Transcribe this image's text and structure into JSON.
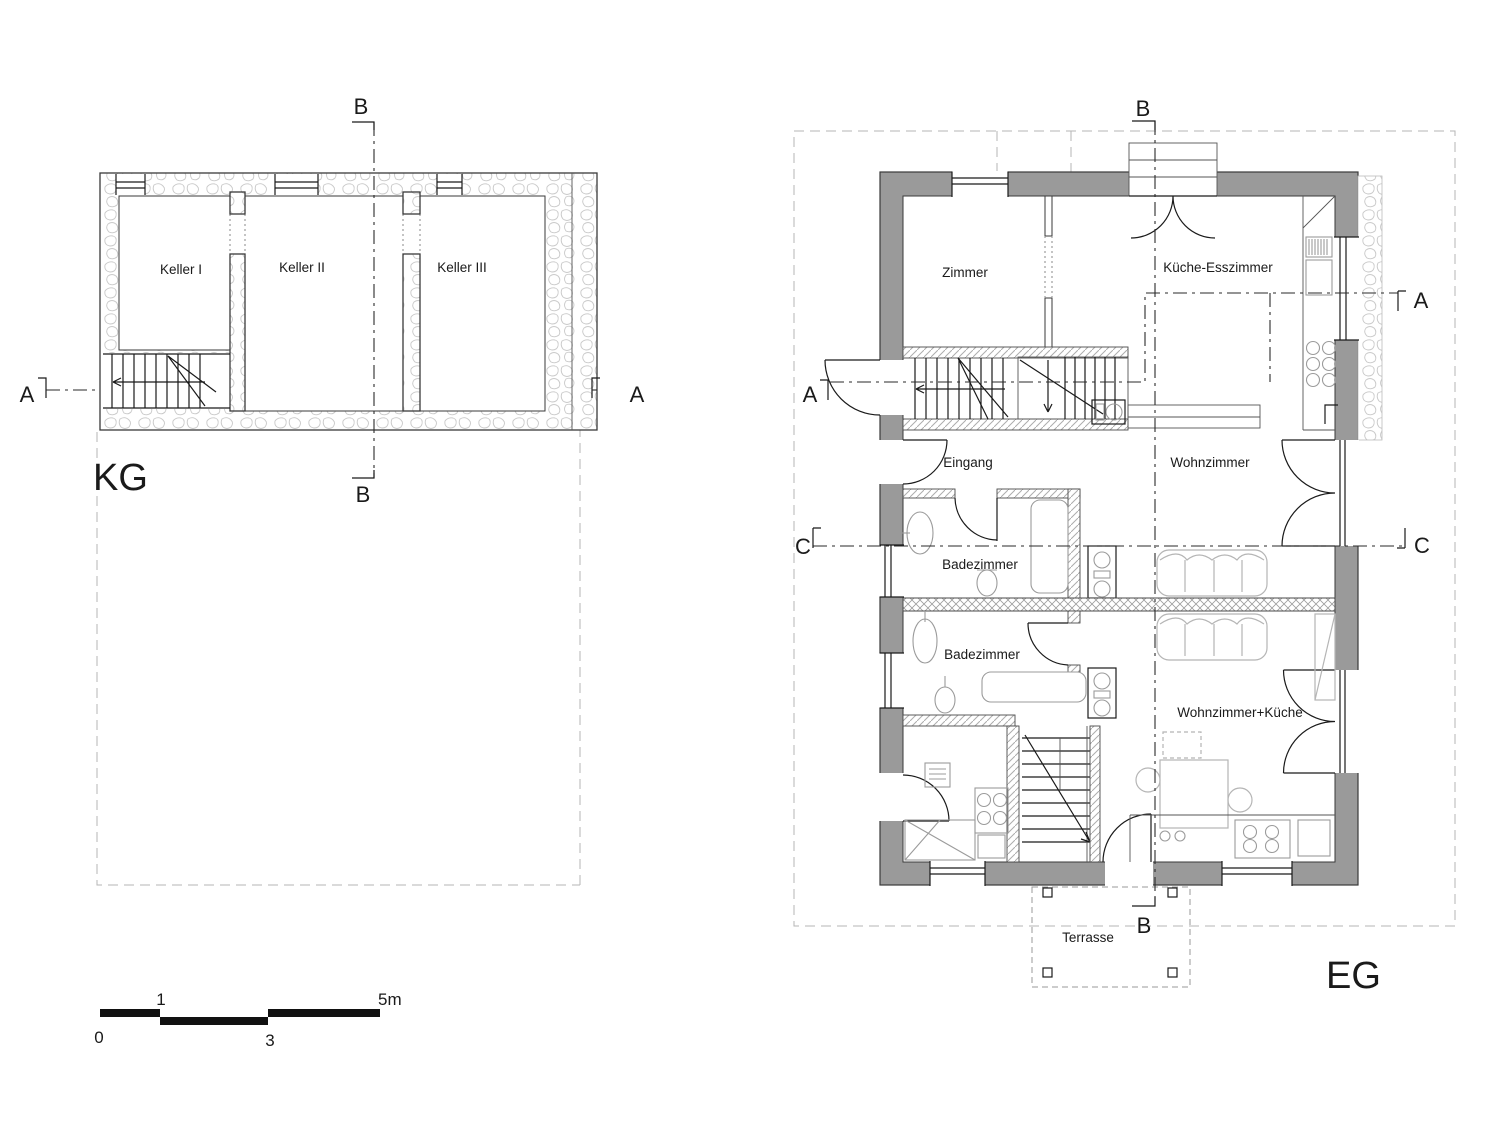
{
  "plans": {
    "kg": {
      "title": "KG",
      "keller1": "Keller I",
      "keller2": "Keller II",
      "keller3": "Keller III"
    },
    "eg": {
      "title": "EG",
      "zimmer": "Zimmer",
      "kueche": "Küche-Esszimmer",
      "eingang": "Eingang",
      "wohnzimmer": "Wohnzimmer",
      "bad1": "Badezimmer",
      "bad2": "Badezimmer",
      "wohnkueche": "Wohnzimmer+Küche",
      "terrasse": "Terrasse"
    }
  },
  "sections": {
    "a": "A",
    "b": "B",
    "c": "C"
  },
  "scale": {
    "zero": "0",
    "one": "1",
    "three": "3",
    "five": "5m"
  },
  "colors": {
    "wall": "#9a9a9a",
    "line": "#1a1a1a",
    "furniture": "#b5b5b5",
    "hatch": "#adadad",
    "boundary": "#b5b5b5"
  }
}
